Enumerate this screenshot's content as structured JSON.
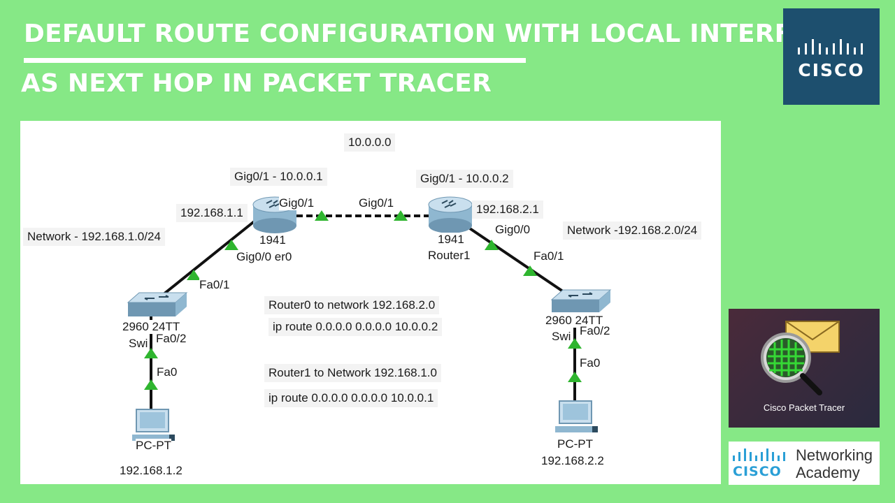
{
  "title": {
    "line1": "DEFAULT ROUTE CONFIGURATION WITH LOCAL INTERFACE",
    "line2": "AS NEXT HOP IN PACKET TRACER"
  },
  "logos": {
    "cisco_word": "CISCO",
    "packet_tracer_caption": "Cisco Packet Tracer",
    "netacad_cisco": "CISCO",
    "netacad_line1": "Networking",
    "netacad_line2": "Academy"
  },
  "diagram": {
    "network_top": "10.0.0.0",
    "r0_gig01_ip": "Gig0/1 - 10.0.0.1",
    "r1_gig01_ip": "Gig0/1 - 10.0.0.2",
    "r0_lan_ip": "192.168.1.1",
    "r1_lan_ip": "192.168.2.1",
    "r0_port_gig01": "Gig0/1",
    "r1_port_gig01": "Gig0/1",
    "left_network": "Network - 192.168.1.0/24",
    "right_network": "Network -192.168.2.0/24",
    "r0_model": "1941",
    "r0_gig00": "Gig0/0 er0",
    "r1_model": "1941",
    "r1_name": "Router1",
    "r1_gig00": "Gig0/0",
    "sw_left_fa01": "Fa0/1",
    "sw_right_fa01": "Fa0/1",
    "sw_left_model": "2960 24TT",
    "sw_left_name": "Swi",
    "sw_left_fa02": "Fa0/2",
    "sw_right_model": "2960 24TT",
    "sw_right_name": "Swi",
    "sw_right_fa02": "Fa0/2",
    "pc_left_fa0": "Fa0",
    "pc_right_fa0": "Fa0",
    "pc_left_model": "PC-PT",
    "pc_left_ip": "192.168.1.2",
    "pc_right_model": "PC-PT",
    "pc_right_ip": "192.168.2.2",
    "note1_title": "Router0 to network 192.168.2.0",
    "note1_cmd": "ip route 0.0.0.0 0.0.0.0 10.0.0.2",
    "note2_title": "Router1 to Network 192.168.1.0",
    "note2_cmd": "ip route 0.0.0.0 0.0.0.0 10.0.0.1"
  },
  "colors": {
    "background": "#86e886",
    "link_up": "#2fb52f",
    "cisco_blue": "#1d4f6e"
  }
}
